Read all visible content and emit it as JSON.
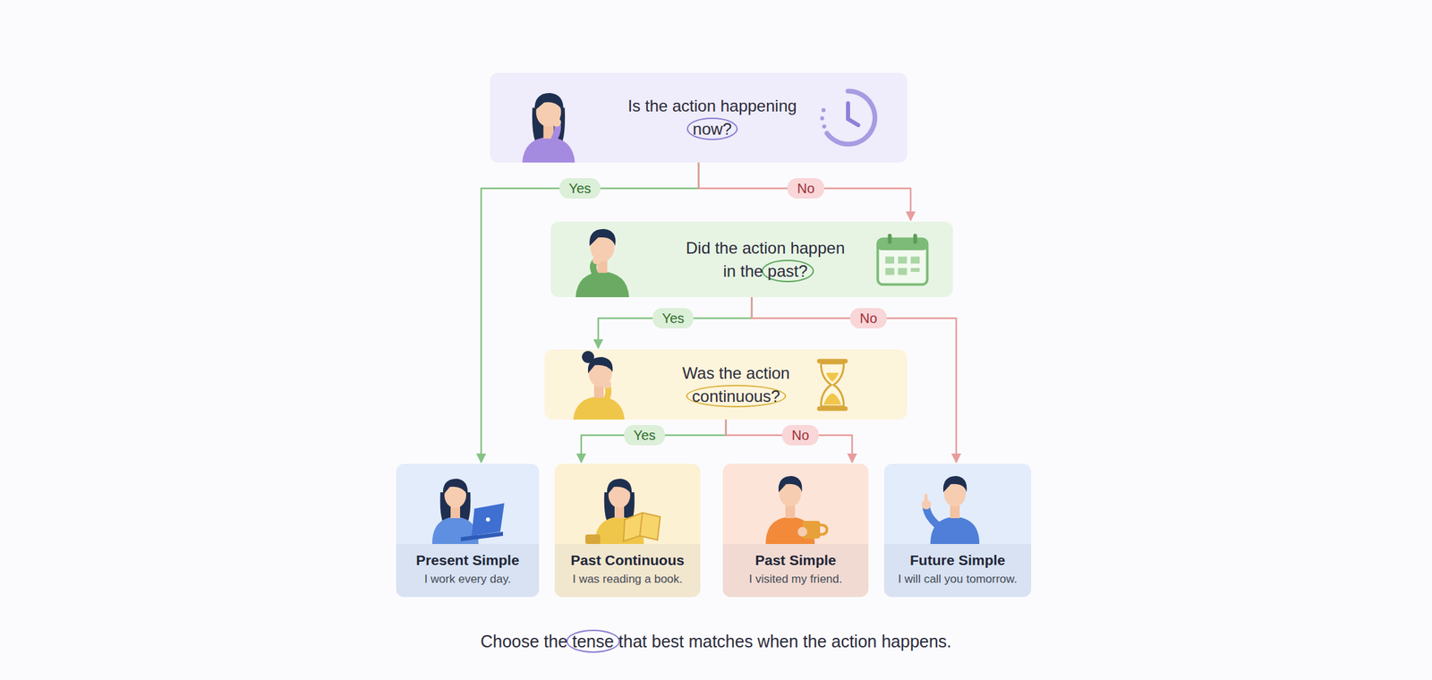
{
  "diagram": {
    "caption": "Choose the tense that best matches when the action happens.",
    "nodes": [
      {
        "text": [
          "Is the action happening now?"
        ]
      },
      {
        "text": [
          "Did the action happen in the past?"
        ]
      },
      {
        "text": [
          "Was the action continuous?"
        ]
      },
      {
        "text": [
          "Present Simple",
          "I work every day."
        ]
      },
      {
        "text": [
          "Past Continuous",
          "I was reading a book."
        ]
      },
      {
        "text": [
          "Past Simple",
          "I visited my friend."
        ]
      },
      {
        "text": [
          "Future Simple",
          "I will call you tomorrow."
        ]
      }
    ],
    "edges": [
      {
        "from": 0,
        "to": 3,
        "arrow": "to",
        "label": "Yes"
      },
      {
        "from": 0,
        "to": 1,
        "arrow": "to",
        "label": "No"
      },
      {
        "from": 1,
        "to": 2,
        "arrow": "to",
        "label": "Yes"
      },
      {
        "from": 1,
        "to": 6,
        "arrow": "to",
        "label": "No"
      },
      {
        "from": 2,
        "to": 4,
        "arrow": "to",
        "label": "Yes"
      },
      {
        "from": 2,
        "to": 5,
        "arrow": "to",
        "label": "No"
      }
    ]
  }
}
